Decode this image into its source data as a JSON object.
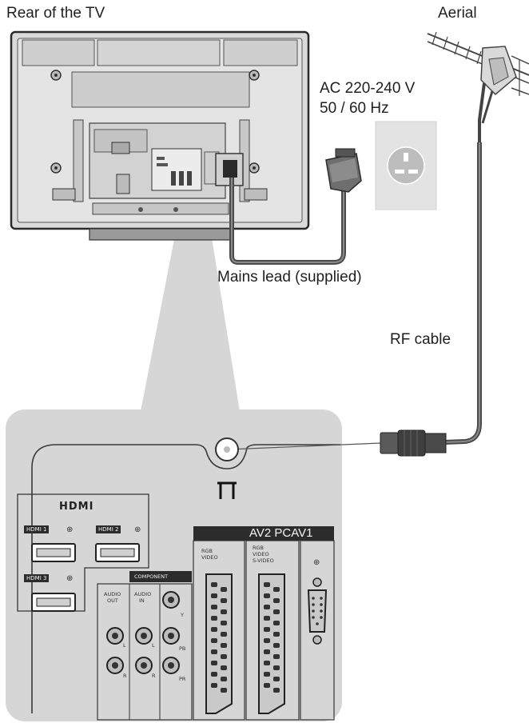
{
  "labels": {
    "rear_of_tv": "Rear of the TV",
    "aerial": "Aerial",
    "ac_voltage": "AC 220-240 V",
    "ac_frequency": "50 / 60 Hz",
    "mains_lead": "Mains lead (supplied)",
    "rf_cable": "RF cable"
  },
  "panel": {
    "hdmi_logo": "HDMI",
    "hdmi_ports": [
      "HDMI 1",
      "HDMI 2",
      "HDMI 3"
    ],
    "component_header": "COMPONENT",
    "audio_out": [
      "AUDIO",
      "OUT"
    ],
    "audio_in": [
      "AUDIO",
      "IN"
    ],
    "channel_labels": {
      "l": "L",
      "r": "R",
      "y": "Y",
      "pb": "PB",
      "pr": "PR"
    },
    "av_header": "AV2 PCAV1",
    "scart1_text": [
      "RGB",
      "VIDEO"
    ],
    "scart2_text": [
      "RGB",
      "VIDEO",
      "S-VIDEO"
    ]
  }
}
